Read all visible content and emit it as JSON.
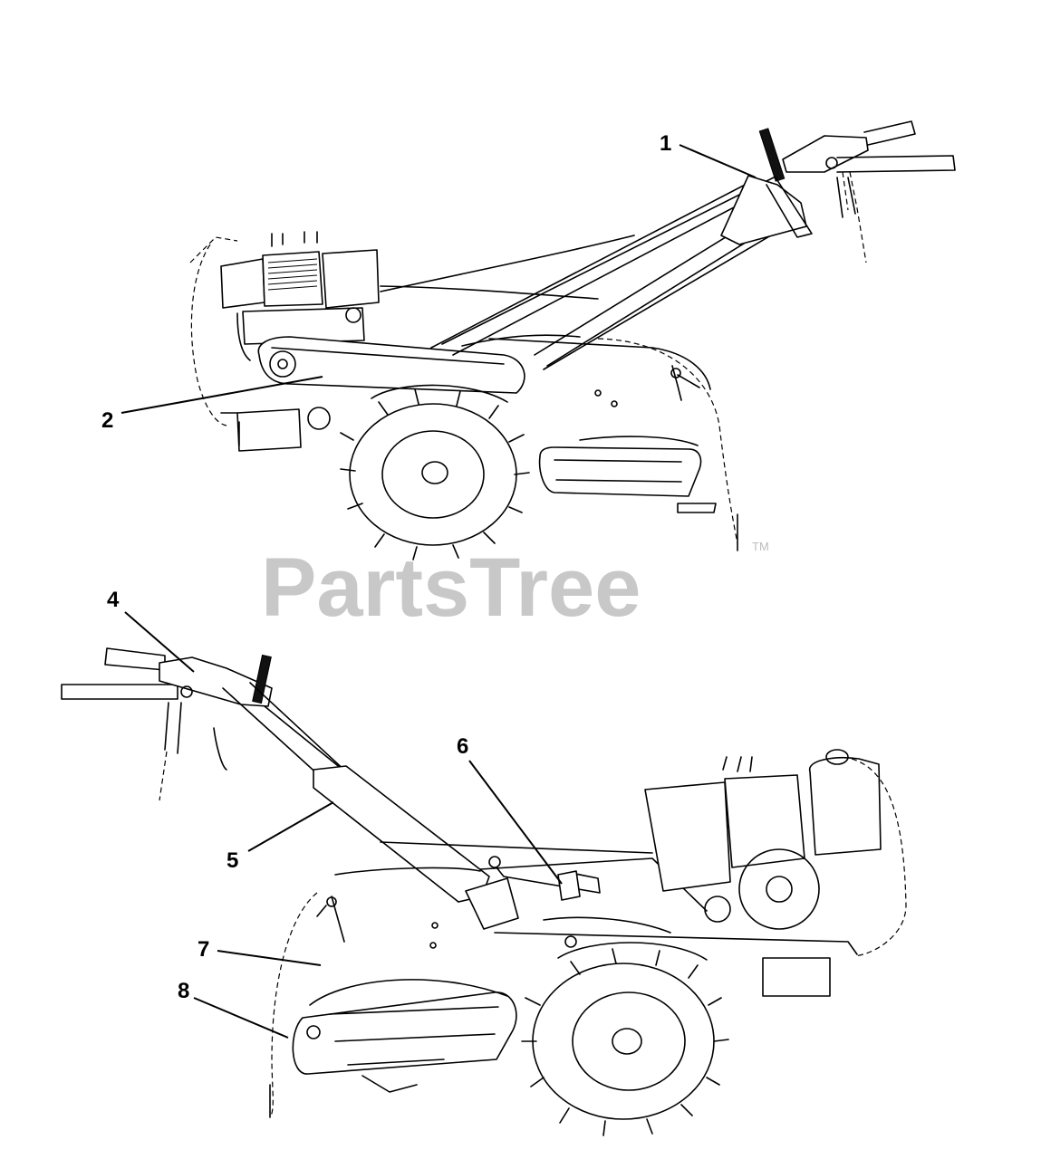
{
  "watermark": {
    "text": "PartsTree",
    "trademark": "TM"
  },
  "callouts": [
    {
      "id": "1",
      "label": "1"
    },
    {
      "id": "2",
      "label": "2"
    },
    {
      "id": "4",
      "label": "4"
    },
    {
      "id": "5",
      "label": "5"
    },
    {
      "id": "6",
      "label": "6"
    },
    {
      "id": "7",
      "label": "7"
    },
    {
      "id": "8",
      "label": "8"
    }
  ],
  "colors": {
    "line": "#000000",
    "watermark": "#c8c8c8",
    "background": "#ffffff"
  }
}
